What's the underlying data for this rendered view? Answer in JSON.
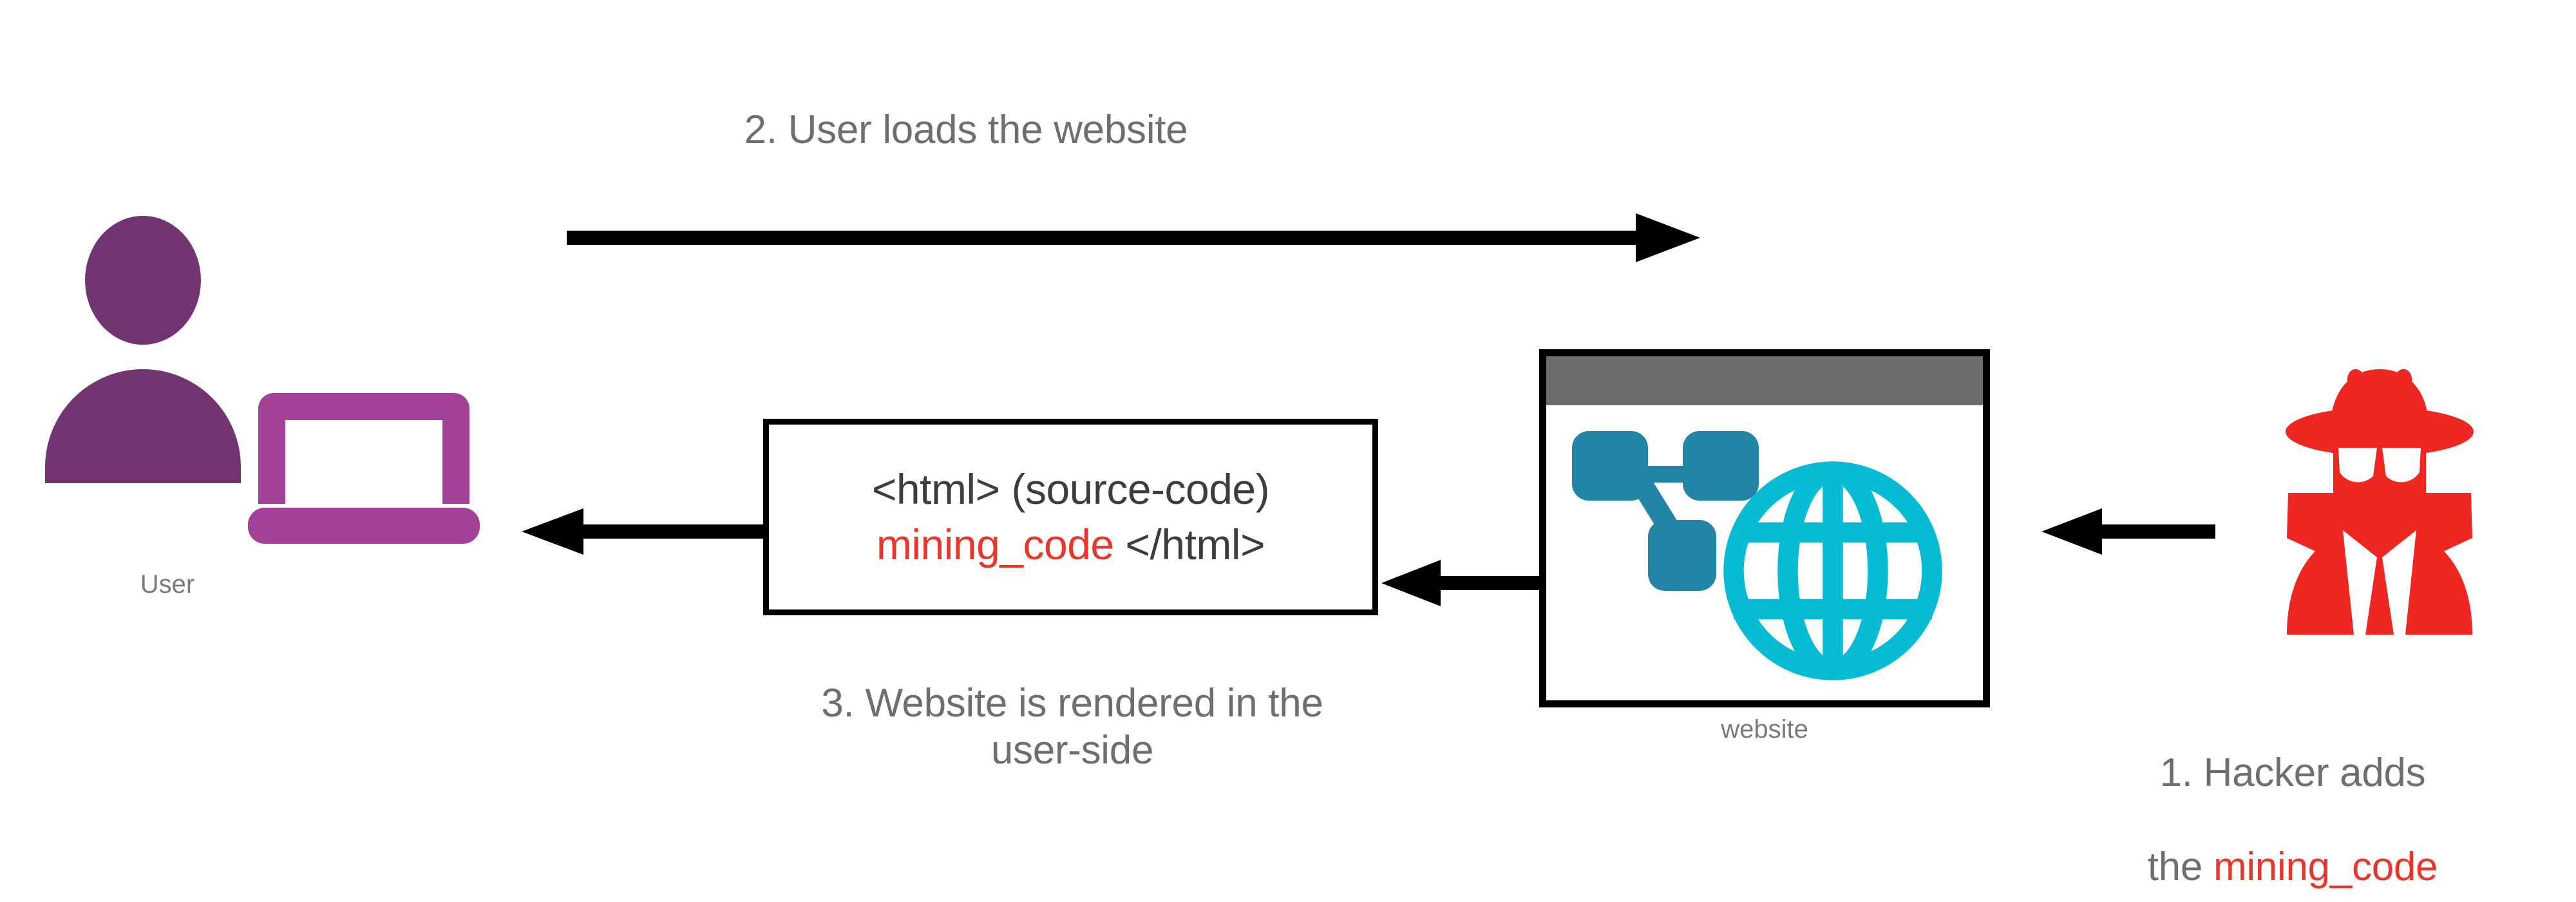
{
  "diagram": {
    "title": "Crypto-mining code injection flow",
    "background": "#ffffff"
  },
  "colors": {
    "caption_gray": "#6E6E6E",
    "label_gray": "#7A7A7A",
    "code_gray": "#3D3D3D",
    "accent_red": "#E8362C",
    "hacker_red": "#EE2722",
    "user_dark_purple": "#733472",
    "laptop_purple": "#A4429A",
    "globe_cyan": "#06BCD4",
    "sitemap_blue": "#2285A6",
    "titlebar_gray": "#6D6D6D",
    "stroke_black": "#000000"
  },
  "nodes": {
    "user": {
      "label": "User",
      "icon_person": "user-person-icon",
      "icon_laptop": "laptop-icon"
    },
    "code_box": {
      "line1": "<html> (source-code)",
      "line2_code": "mining_code",
      "line2_rest": " </html>"
    },
    "website": {
      "label": "website",
      "icon_window": "browser-window-icon",
      "icon_sitemap": "sitemap-icon",
      "icon_globe": "globe-icon"
    },
    "hacker": {
      "icon": "hacker-spy-icon"
    }
  },
  "captions": {
    "step1_prefix": "1. Hacker adds",
    "step1_line2_prefix": "the ",
    "step1_line2_code": "mining_code",
    "step2": "2. User loads the website",
    "step3": "3. Website is rendered in the\nuser-side"
  },
  "arrows": [
    {
      "name": "arrow-user-to-website",
      "direction": "right",
      "step": "2"
    },
    {
      "name": "arrow-codebox-to-user",
      "direction": "left",
      "step": "3"
    },
    {
      "name": "arrow-website-to-codebox",
      "direction": "left",
      "step": "3"
    },
    {
      "name": "arrow-hacker-to-website",
      "direction": "left",
      "step": "1"
    }
  ]
}
